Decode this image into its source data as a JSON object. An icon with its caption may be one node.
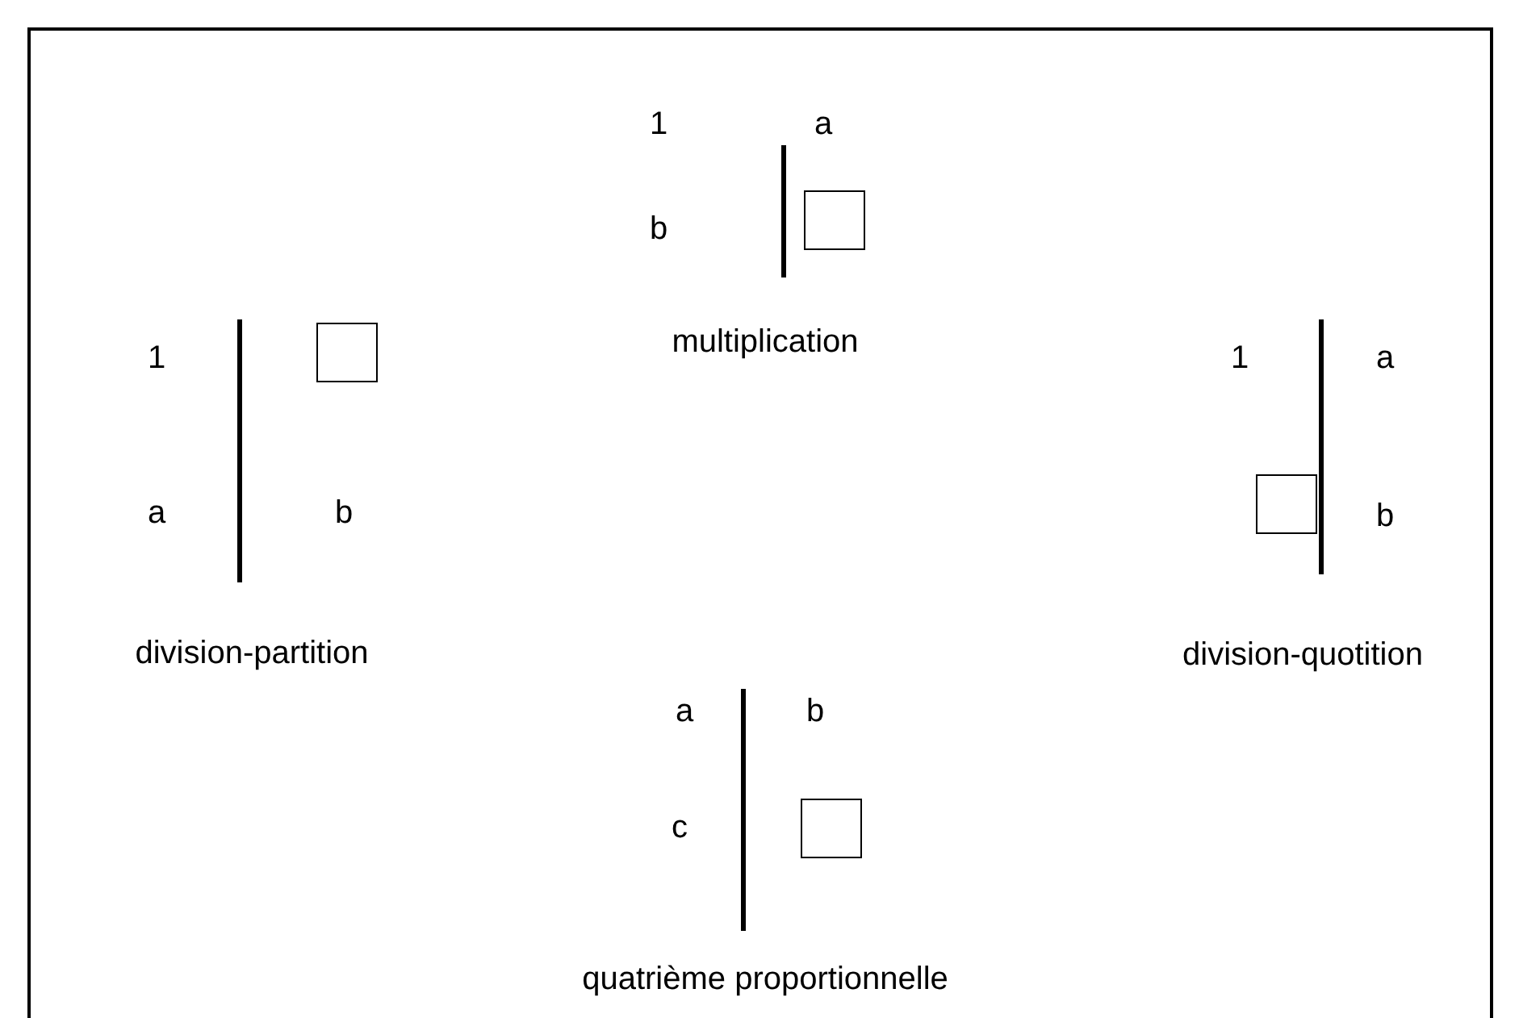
{
  "diagram": {
    "nodes": [
      {
        "text": [],
        "shape": "box"
      },
      {
        "text": [],
        "shape": "box"
      },
      {
        "text": [],
        "shape": "box"
      },
      {
        "text": [],
        "shape": "box"
      }
    ],
    "labels": [
      "1",
      "a",
      "b",
      "multiplication",
      "1",
      "a",
      "b",
      "division-partition",
      "1",
      "a",
      "b",
      "division-quotition",
      "a",
      "b",
      "c",
      "quatrième proportionnelle"
    ]
  }
}
